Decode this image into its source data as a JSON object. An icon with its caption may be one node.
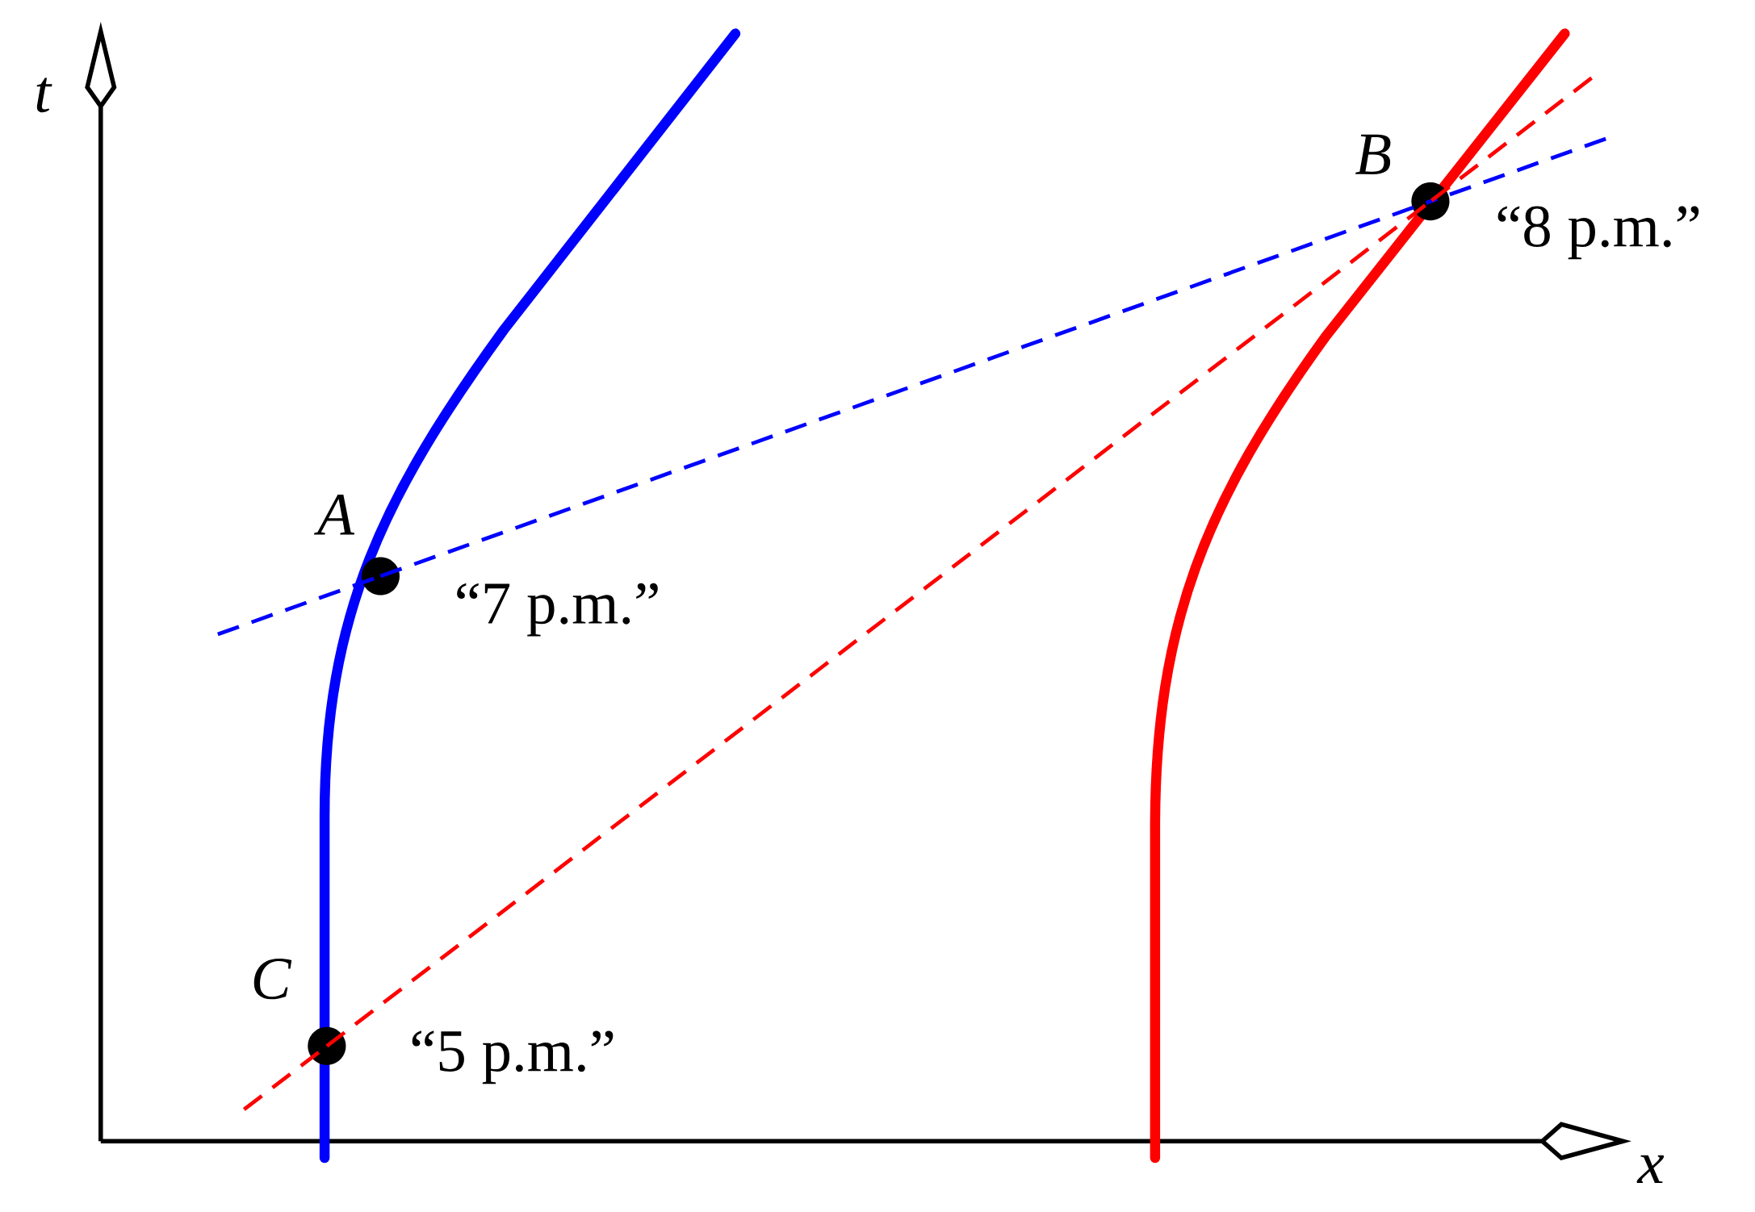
{
  "diagram": {
    "nodes": [
      {
        "text": [
          "A"
        ],
        "beside": [
          "“7 p.m.”"
        ]
      },
      {
        "text": [
          "B"
        ],
        "beside": [
          "“8 p.m.”"
        ]
      },
      {
        "text": [
          "C"
        ],
        "beside": [
          "“5 p.m.”"
        ]
      }
    ],
    "edges": [
      {
        "from": 0,
        "to": 1,
        "arrow": "none",
        "style": "dashed",
        "color": "#0000ff"
      },
      {
        "from": 2,
        "to": 1,
        "arrow": "none",
        "style": "dashed",
        "color": "#ff0000"
      }
    ],
    "labels": [
      "t",
      "x"
    ]
  }
}
